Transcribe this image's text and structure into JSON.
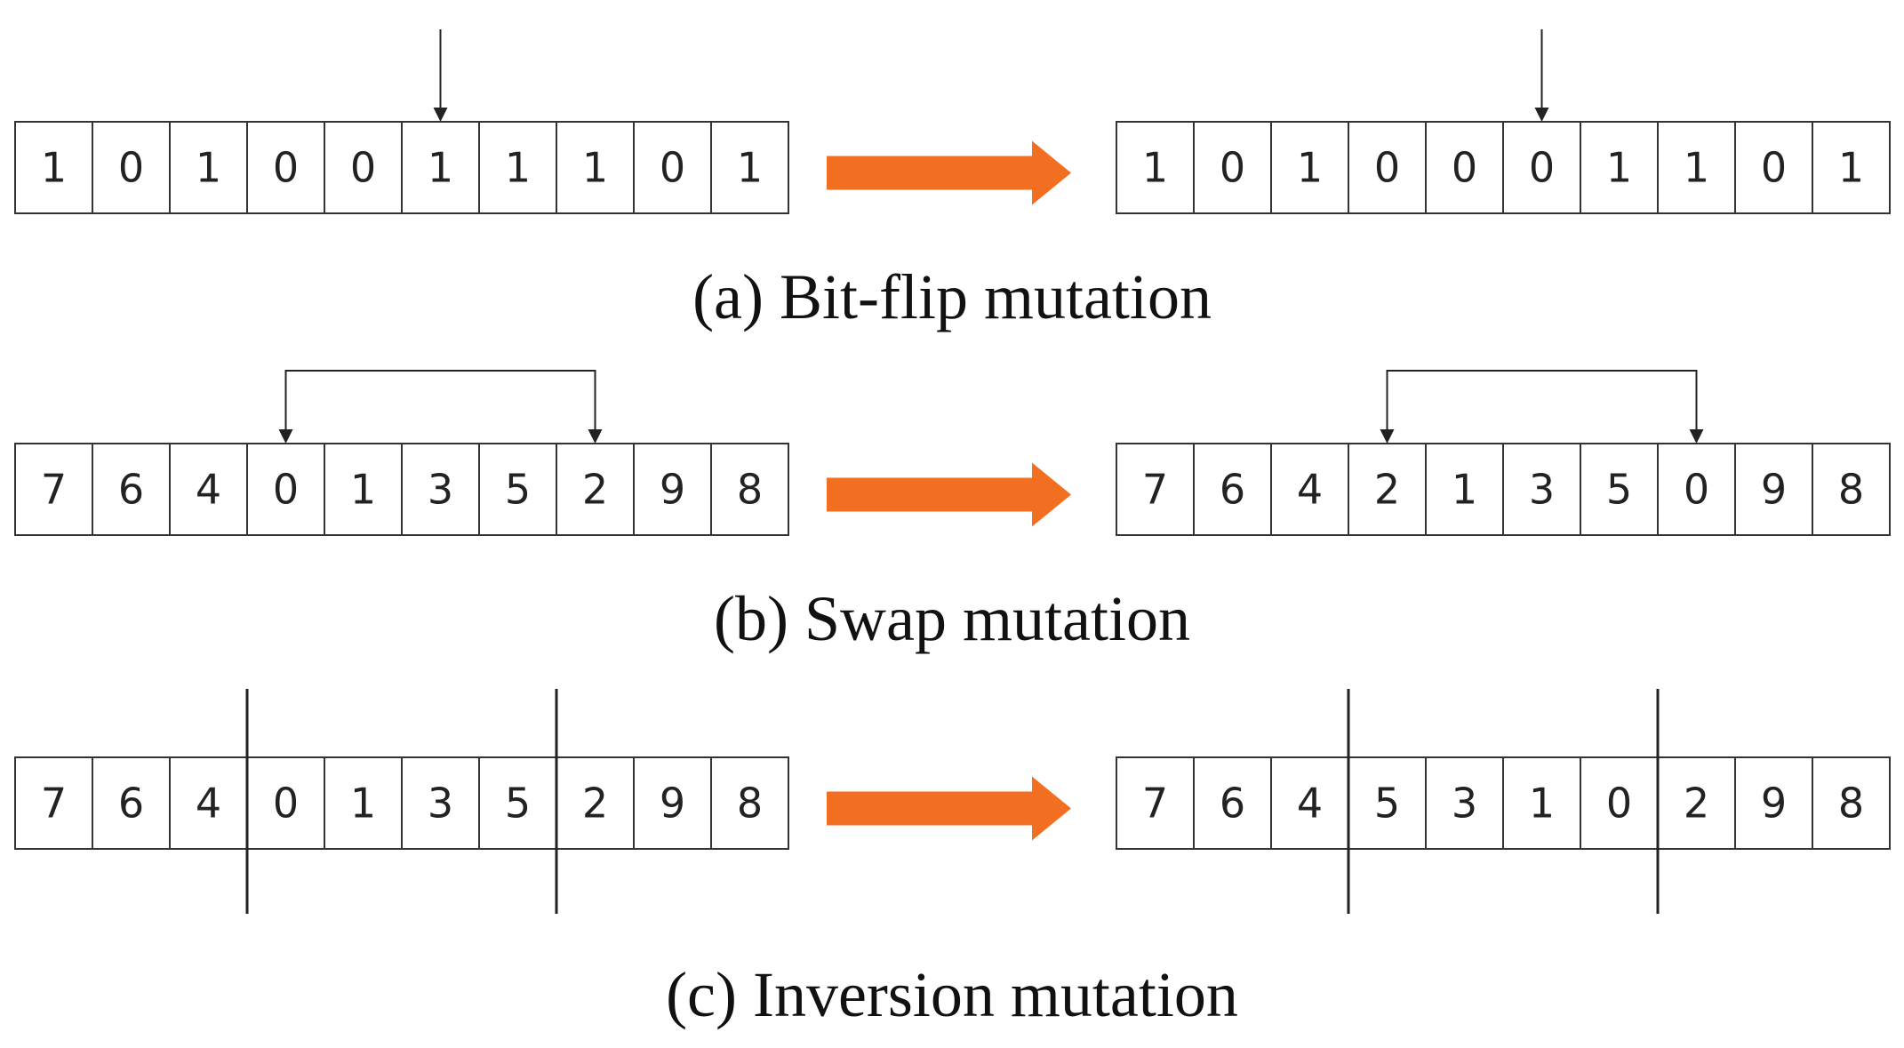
{
  "rows": [
    {
      "id": "bitflip",
      "caption": "(a) Bit-flip mutation",
      "marker": "arrow",
      "marker_index_before": 5,
      "marker_index_after": 5,
      "before": [
        "1",
        "0",
        "1",
        "0",
        "0",
        "1",
        "1",
        "1",
        "0",
        "1"
      ],
      "after": [
        "1",
        "0",
        "1",
        "0",
        "0",
        "0",
        "1",
        "1",
        "0",
        "1"
      ]
    },
    {
      "id": "swap",
      "caption": "(b) Swap mutation",
      "marker": "bracket",
      "swap_indices": [
        3,
        7
      ],
      "before": [
        "7",
        "6",
        "4",
        "0",
        "1",
        "3",
        "5",
        "2",
        "9",
        "8"
      ],
      "after": [
        "7",
        "6",
        "4",
        "2",
        "1",
        "3",
        "5",
        "0",
        "9",
        "8"
      ]
    },
    {
      "id": "inversion",
      "caption": "(c) Inversion mutation",
      "marker": "cuts",
      "cut_after_indices": [
        2,
        6
      ],
      "before": [
        "7",
        "6",
        "4",
        "0",
        "1",
        "3",
        "5",
        "2",
        "9",
        "8"
      ],
      "after": [
        "7",
        "6",
        "4",
        "5",
        "3",
        "1",
        "0",
        "2",
        "9",
        "8"
      ]
    }
  ],
  "colors": {
    "transition_arrow": "#f26f21",
    "cell_border": "#333333",
    "marker_line": "#222222"
  }
}
